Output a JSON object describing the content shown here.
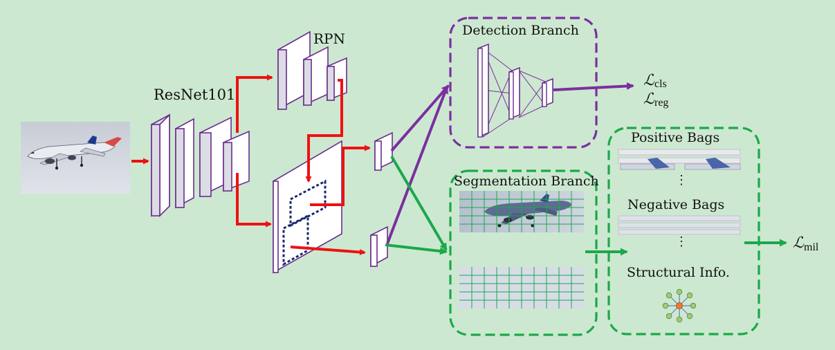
{
  "labels": {
    "resnet": "ResNet101",
    "rpn": "RPN",
    "detection_branch": "Detection Branch",
    "segmentation_branch": "Segmentation Branch",
    "positive_bags": "Positive Bags",
    "negative_bags": "Negative Bags",
    "structural_info": "Structural Info.",
    "ellipsis_1": "⋮",
    "ellipsis_2": "⋮"
  },
  "losses": {
    "symbol": "ℒ",
    "cls": "cls",
    "reg": "reg",
    "mil": "mil"
  },
  "colors": {
    "background": "#cde8d0",
    "backbone_arrows": "#ee1111",
    "detection": "#7a2fa0",
    "segmentation": "#1aa84a",
    "feature_map": "#dcdce4",
    "feature_edge": "#6a2c8c"
  },
  "icons": {
    "input_image": "airplane-photo",
    "structure_graph": "star-graph-icon"
  }
}
